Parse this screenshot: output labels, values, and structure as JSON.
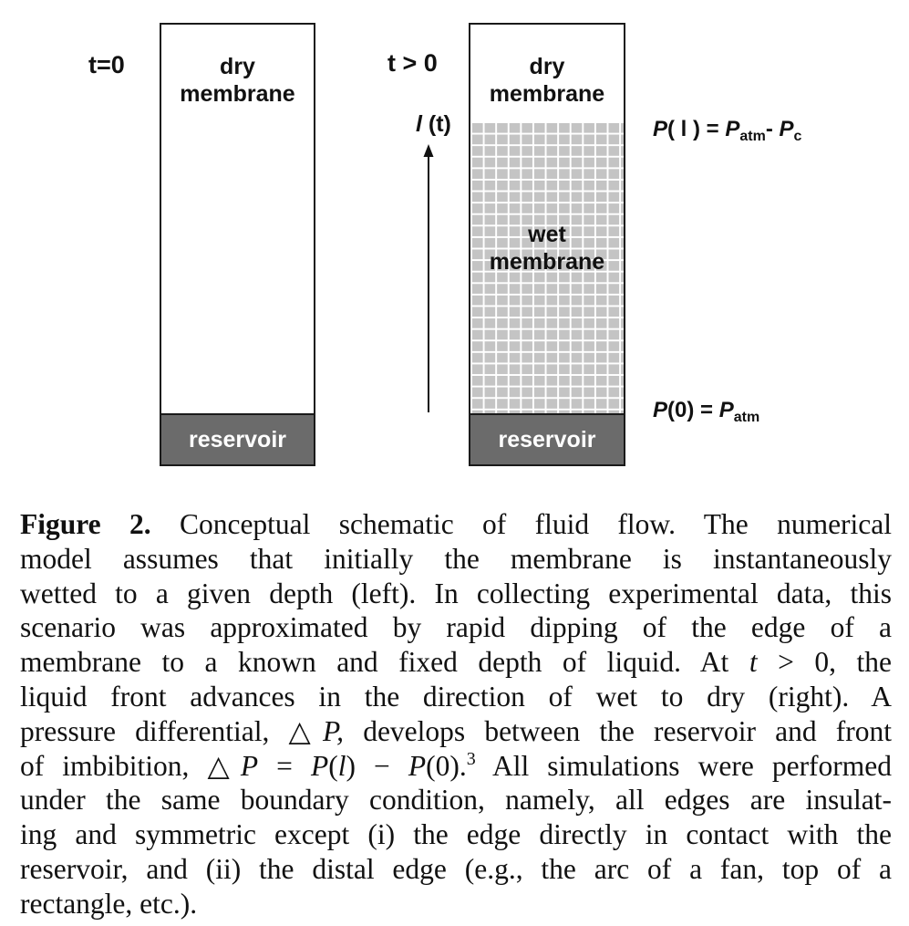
{
  "figure": {
    "left_panel": {
      "time_label": "t=0",
      "membrane_line1": "dry",
      "membrane_line2": "membrane",
      "reservoir_label": "reservoir"
    },
    "right_panel": {
      "time_label": "t > 0",
      "dry_line1": "dry",
      "dry_line2": "membrane",
      "wet_line1": "wet",
      "wet_line2": "membrane",
      "arrow_label_var": "l",
      "arrow_label_arg": "(t)",
      "reservoir_label": "reservoir"
    },
    "equations": {
      "top": {
        "lhs_P": "P",
        "lhs_arg": "( l ) = ",
        "p1": "P",
        "p1_sub": "atm",
        "minus": "- ",
        "p2": "P",
        "p2_sub": "c"
      },
      "bottom": {
        "lhs": "P",
        "lhs_arg": "(0) = ",
        "p1": "P",
        "p1_sub": "atm"
      }
    }
  },
  "caption": {
    "label": "Figure 2.",
    "lines": [
      " Conceptual schematic of fluid flow. The numerical",
      "model assumes that initially the membrane is instantaneously",
      "wetted to a given depth (left). In collecting experimental data, this",
      "scenario was approximated by rapid dipping of the edge of a",
      "membrane to a known and fixed depth of liquid. At ",
      "liquid front advances in the direction of wet to dry (right). A",
      "pressure differential, ",
      "of imbibition, ",
      "under the same boundary condition, namely, all edges are insulat-",
      "ing and symmetric except (i) the edge directly in contact with the",
      "reservoir, and (ii) the distal edge (e.g., the arc of a fan, top of a",
      "rectangle, etc.)."
    ],
    "line5_t": "t",
    "line5_rest": " > 0, the",
    "line7_delta": "△",
    "line7_P": "P,",
    "line7_rest": " develops between the reservoir and front",
    "line8_delta": "△",
    "line8_P": "P",
    "line8_eq": " = ",
    "line8_Pl": "P",
    "line8_l_open": "(",
    "line8_l": "l",
    "line8_l_close": ") − ",
    "line8_P0": "P",
    "line8_0": "(0).",
    "line8_ref": "3",
    "line8_rest": " All simulations were performed"
  }
}
